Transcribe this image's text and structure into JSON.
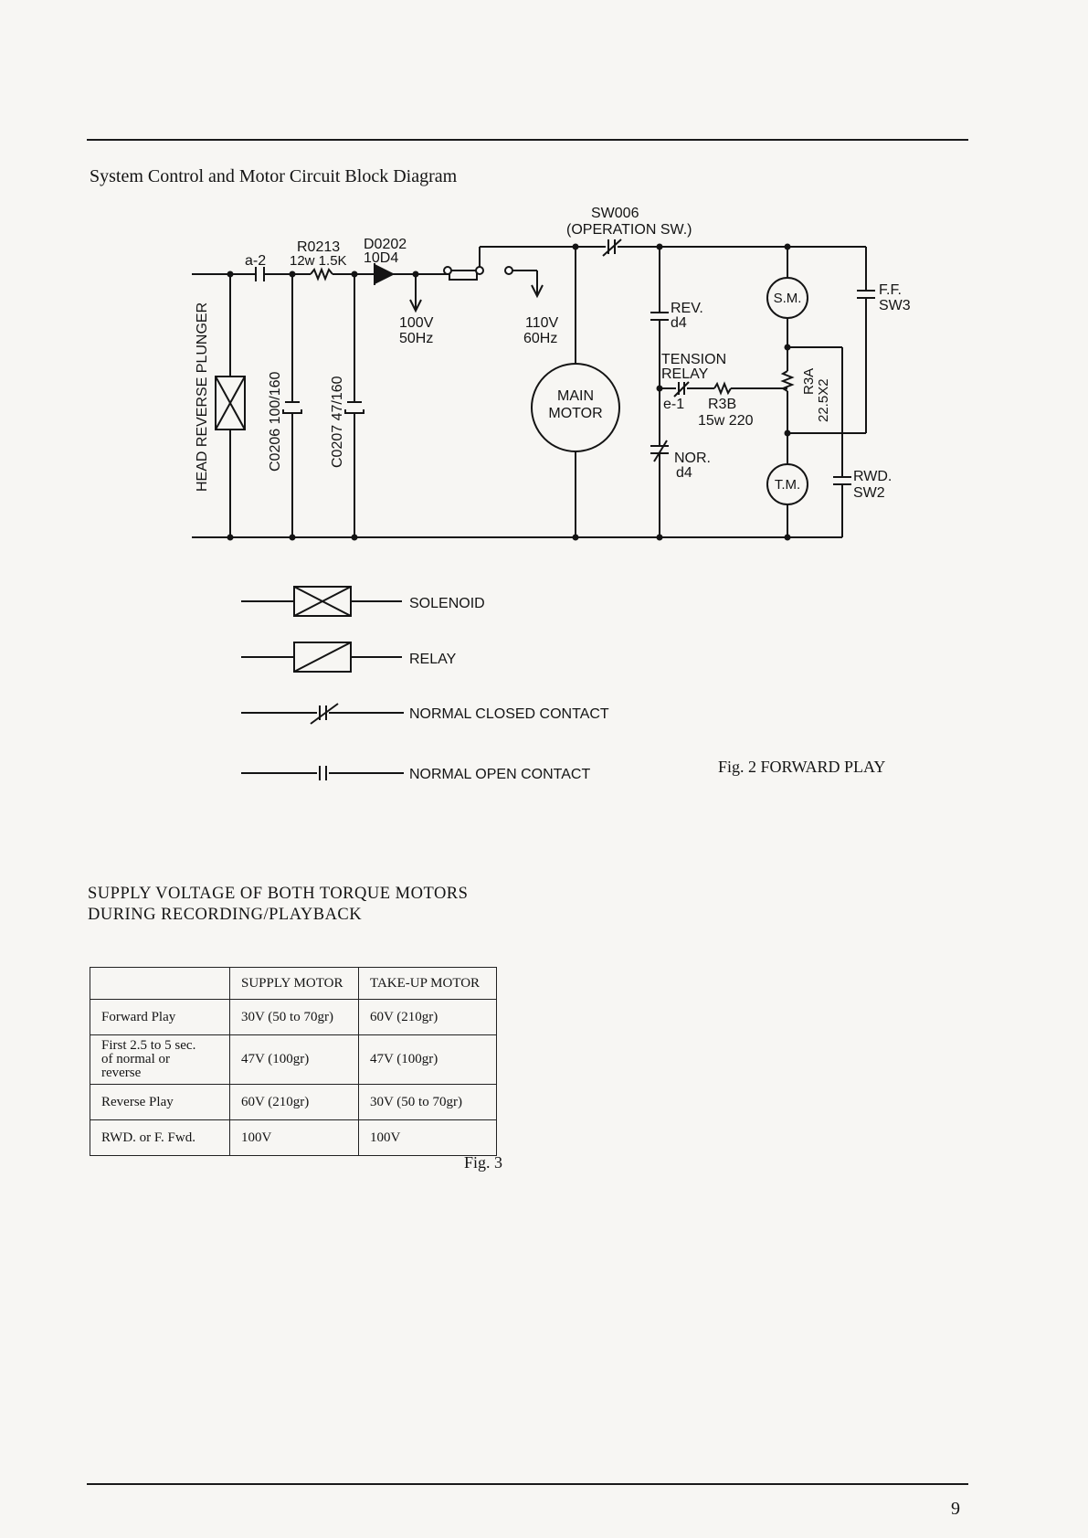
{
  "title": "System Control and Motor Circuit Block Diagram",
  "circuit": {
    "labels": {
      "a2": "a-2",
      "r0213_name": "R0213",
      "r0213_value": "12w 1.5K",
      "d0202_name": "D0202",
      "d0202_value": "10D4",
      "v100": "100V",
      "hz50": "50Hz",
      "v110": "110V",
      "hz60": "60Hz",
      "sw006": "SW006",
      "sw006_desc": "(OPERATION SW.)",
      "plunger": "HEAD REVERSE PLUNGER",
      "c0206": "C0206 100/160",
      "c0207": "C0207 47/160",
      "main_motor_1": "MAIN",
      "main_motor_2": "MOTOR",
      "rev": "REV.",
      "rev_d4": "d4",
      "tension_1": "TENSION",
      "tension_2": "RELAY",
      "e1": "e-1",
      "r3b": "R3B",
      "r3b_value": "15w 220",
      "nor": "NOR.",
      "nor_d4": "d4",
      "sm": "S.M.",
      "tm": "T.M.",
      "r3a": "R3A",
      "r3a_value": "22.5X2",
      "ff": "F.F.",
      "sw3": "SW3",
      "rwd": "RWD.",
      "sw2": "SW2"
    }
  },
  "legend": {
    "solenoid": "SOLENOID",
    "relay": "RELAY",
    "nc": "NORMAL CLOSED CONTACT",
    "no": "NORMAL OPEN CONTACT"
  },
  "fig2_caption": "Fig. 2   FORWARD PLAY",
  "supply_heading": {
    "line1": "SUPPLY  VOLTAGE  OF  BOTH  TORQUE  MOTORS",
    "line2": "DURING  RECORDING/PLAYBACK"
  },
  "table": {
    "headers": [
      "",
      "SUPPLY MOTOR",
      "TAKE-UP MOTOR"
    ],
    "rows": [
      {
        "label": "Forward Play",
        "supply": "30V (50 to 70gr)",
        "takeup": "60V (210gr)"
      },
      {
        "label_lines": [
          "First 2.5 to 5 sec.",
          "of normal or",
          "reverse"
        ],
        "supply": "47V (100gr)",
        "takeup": "47V (100gr)"
      },
      {
        "label": "Reverse Play",
        "supply": "60V (210gr)",
        "takeup": "30V (50 to 70gr)"
      },
      {
        "label": "RWD. or F. Fwd.",
        "supply": "100V",
        "takeup": "100V"
      }
    ]
  },
  "fig3_caption": "Fig. 3",
  "page_number": "9"
}
